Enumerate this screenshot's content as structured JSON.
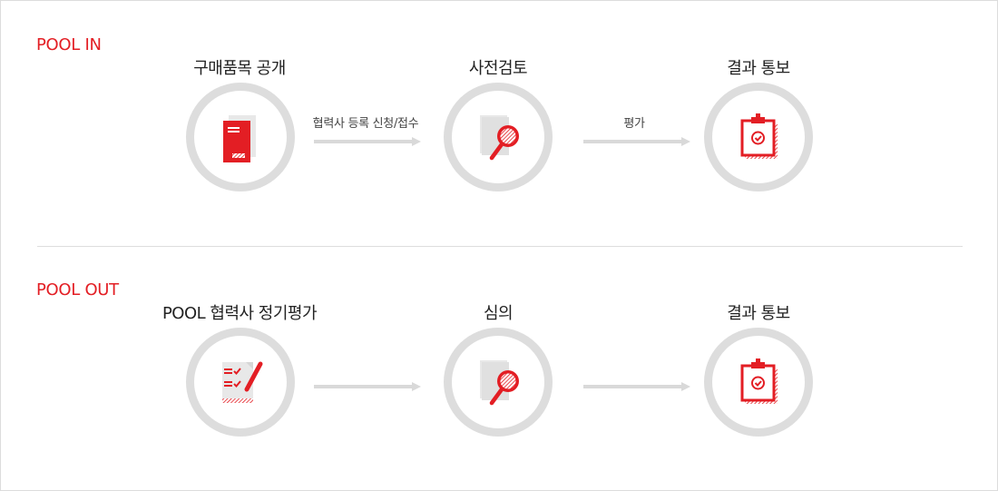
{
  "sections": [
    {
      "title": "POOL IN",
      "steps": [
        {
          "label": "구매품목 공개",
          "icon": "document-icon"
        },
        {
          "label": "사전검토",
          "icon": "magnifier-document-icon"
        },
        {
          "label": "결과 통보",
          "icon": "clipboard-check-icon"
        }
      ],
      "arrows": [
        {
          "label": "협력사 등록 신청/접수"
        },
        {
          "label": "평가"
        }
      ]
    },
    {
      "title": "POOL OUT",
      "steps": [
        {
          "label": "POOL 협력사 정기평가",
          "icon": "checklist-pen-icon"
        },
        {
          "label": "심의",
          "icon": "magnifier-document-icon"
        },
        {
          "label": "결과 통보",
          "icon": "clipboard-check-icon"
        }
      ],
      "arrows": [
        {
          "label": ""
        },
        {
          "label": ""
        }
      ]
    }
  ],
  "colors": {
    "accent": "#e31e24",
    "ring": "#dddddd",
    "arrow": "#d9d9d9",
    "paper": "#e8e8e8"
  }
}
